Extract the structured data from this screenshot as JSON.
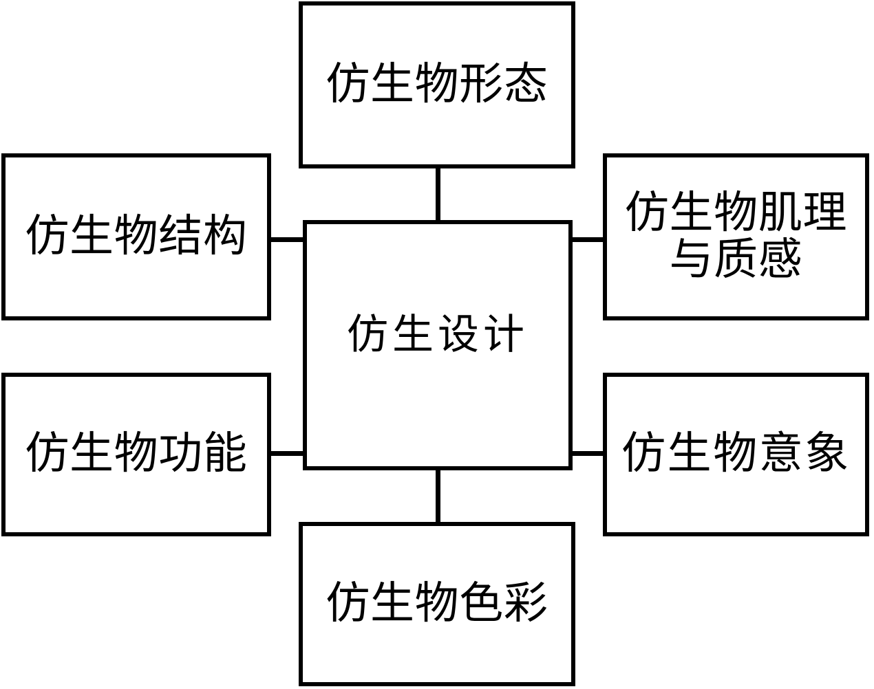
{
  "diagram": {
    "type": "hub-and-spoke",
    "center": {
      "id": "node-center",
      "label": "仿生设计",
      "role": "hub"
    },
    "nodes": [
      {
        "id": "node-top",
        "label": "仿生物形态",
        "position": "top",
        "role": "spoke"
      },
      {
        "id": "node-left-top",
        "label": "仿生物结构",
        "position": "left-upper",
        "role": "spoke"
      },
      {
        "id": "node-right-top",
        "label": "仿生物肌理\n与质感",
        "position": "right-upper",
        "role": "spoke"
      },
      {
        "id": "node-left-bot",
        "label": "仿生物功能",
        "position": "left-lower",
        "role": "spoke"
      },
      {
        "id": "node-right-bot",
        "label": "仿生物意象",
        "position": "right-lower",
        "role": "spoke"
      },
      {
        "id": "node-bottom",
        "label": "仿生物色彩",
        "position": "bottom",
        "role": "spoke"
      }
    ],
    "connectors": [
      {
        "id": "conn-top",
        "from": "node-center",
        "to": "node-top",
        "orientation": "vertical"
      },
      {
        "id": "conn-bottom",
        "from": "node-center",
        "to": "node-bottom",
        "orientation": "vertical"
      },
      {
        "id": "conn-left-top",
        "from": "node-center",
        "to": "node-left-top",
        "orientation": "horizontal"
      },
      {
        "id": "conn-right-top",
        "from": "node-center",
        "to": "node-right-top",
        "orientation": "horizontal"
      },
      {
        "id": "conn-left-bot",
        "from": "node-center",
        "to": "node-left-bot",
        "orientation": "horizontal"
      },
      {
        "id": "conn-right-bot",
        "from": "node-center",
        "to": "node-right-bot",
        "orientation": "horizontal"
      }
    ],
    "colors": {
      "background": "#ffffff",
      "box_border": "#000000",
      "box_fill": "#ffffff",
      "text": "#000000",
      "connector": "#000000"
    }
  }
}
